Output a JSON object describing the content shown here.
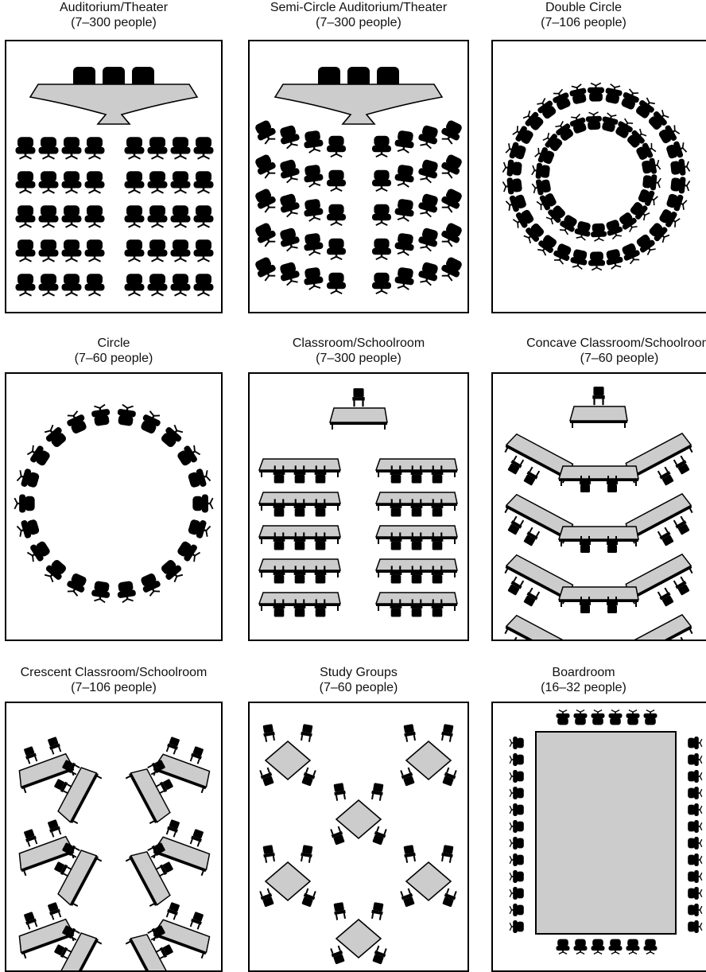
{
  "colors": {
    "ink": "#000000",
    "table_fill": "#cccccc",
    "frame_bg": "#ffffff"
  },
  "layouts": [
    {
      "id": "auditorium",
      "title": "Auditorium/Theater",
      "capacity": "(7–300 people)",
      "icon": "chair-icon"
    },
    {
      "id": "semi-circle-auditorium",
      "title": "Semi-Circle Auditorium/Theater",
      "capacity": "(7–300 people)",
      "icon": "chair-icon"
    },
    {
      "id": "double-circle",
      "title": "Double Circle",
      "capacity": "(7–106 people)",
      "icon": "chair-icon"
    },
    {
      "id": "circle",
      "title": "Circle",
      "capacity": "(7–60 people)",
      "icon": "chair-icon"
    },
    {
      "id": "classroom",
      "title": "Classroom/Schoolroom",
      "capacity": "(7–300 people)",
      "icon": "table-icon"
    },
    {
      "id": "concave-classroom",
      "title": "Concave Classroom/Schoolroom",
      "capacity": "(7–60 people)",
      "icon": "table-icon"
    },
    {
      "id": "crescent-classroom",
      "title": "Crescent Classroom/Schoolroom",
      "capacity": "(7–106 people)",
      "icon": "table-icon"
    },
    {
      "id": "study-groups",
      "title": "Study Groups",
      "capacity": "(7–60 people)",
      "icon": "table-icon"
    },
    {
      "id": "boardroom",
      "title": "Boardroom",
      "capacity": "(16–32 people)",
      "icon": "table-icon"
    }
  ]
}
